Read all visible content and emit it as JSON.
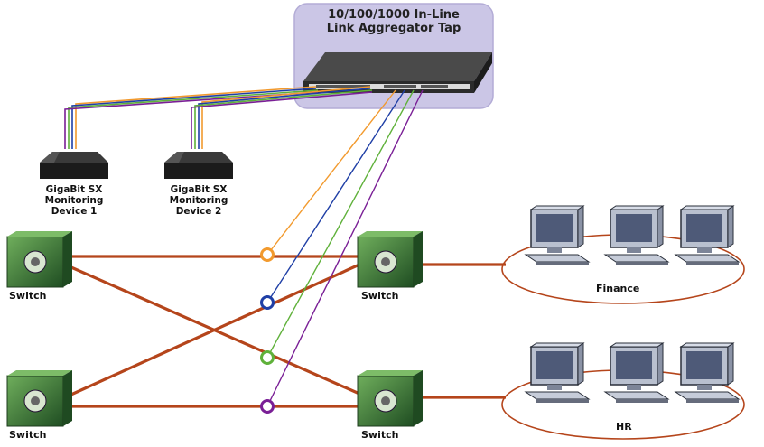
{
  "tap": {
    "title_line1": "10/100/1000 In-Line",
    "title_line2": "Link Aggregator Tap"
  },
  "monitoring_devices": [
    {
      "line1": "GigaBit SX",
      "line2": "Monitoring",
      "line3": "Device 1"
    },
    {
      "line1": "GigaBit SX",
      "line2": "Monitoring",
      "line3": "Device 2"
    }
  ],
  "switches": [
    "Switch",
    "Switch",
    "Switch",
    "Switch"
  ],
  "networks": [
    "Finance",
    "HR"
  ],
  "colors": {
    "tap_box": "#c9c4e4",
    "link": "#b5451b",
    "tap_orange": "#f29a2e",
    "tap_blue": "#1f3fa6",
    "tap_green": "#5fb13a",
    "tap_purple": "#7a1f96",
    "switch_green": "#3c7a3a"
  }
}
